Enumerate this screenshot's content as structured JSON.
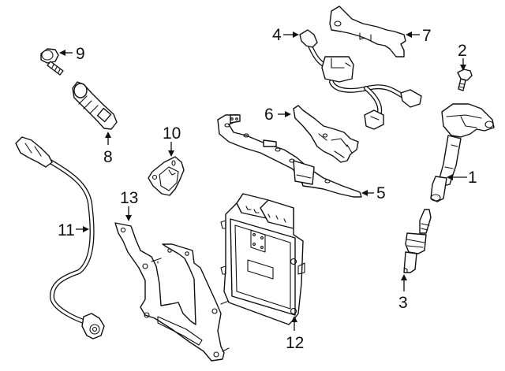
{
  "diagram": {
    "type": "exploded parts diagram",
    "subject": "engine ignition and electronic control components",
    "background_color": "#ffffff",
    "line_color": "#111111"
  },
  "callouts": [
    {
      "number": "1",
      "part": "ignition-coil"
    },
    {
      "number": "2",
      "part": "coil-bolt"
    },
    {
      "number": "3",
      "part": "spark-plug"
    },
    {
      "number": "4",
      "part": "wiring-harness"
    },
    {
      "number": "5",
      "part": "harness-bracket"
    },
    {
      "number": "6",
      "part": "harness-bracket"
    },
    {
      "number": "7",
      "part": "harness-bracket"
    },
    {
      "number": "8",
      "part": "camshaft-position-sensor"
    },
    {
      "number": "9",
      "part": "sensor-bolt"
    },
    {
      "number": "10",
      "part": "sensor-cover"
    },
    {
      "number": "11",
      "part": "knock-sensor"
    },
    {
      "number": "12",
      "part": "engine-control-module"
    },
    {
      "number": "13",
      "part": "ecm-bracket"
    }
  ]
}
